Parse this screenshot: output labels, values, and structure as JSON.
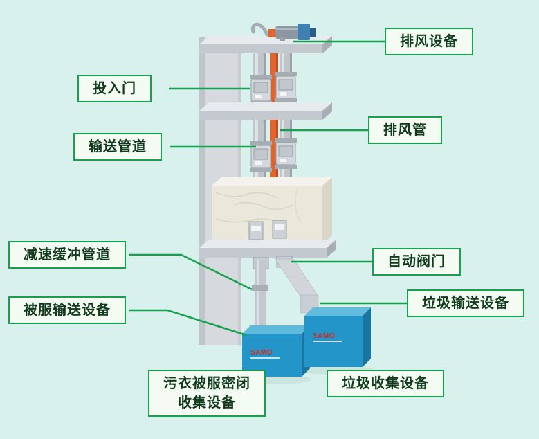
{
  "colors": {
    "bg": "#d9f1ec",
    "label-bg": "#f3fbf3",
    "label-border": "#17a04e",
    "label-text": "#123b1e",
    "leader": "#17a04e",
    "pipe-orange": "#e0642e",
    "box-blue": "#2395c9",
    "logo-red": "#d42a1e"
  },
  "labels": {
    "exhaust_equipment": "排风设备",
    "input_door": "投入门",
    "exhaust_pipe": "排风管",
    "conveying_pipeline": "输送管道",
    "deceleration_buffer_pipeline": "减速缓冲管道",
    "automatic_valve": "自动阀门",
    "linen_conveying_equipment": "被服输送设备",
    "garbage_conveying_equipment": "垃圾输送设备",
    "sealed_collection_line1": "污衣被服密闭",
    "sealed_collection_line2": "收集设备",
    "garbage_collection_equipment": "垃圾收集设备"
  },
  "brand": {
    "logo": "SAMO"
  }
}
